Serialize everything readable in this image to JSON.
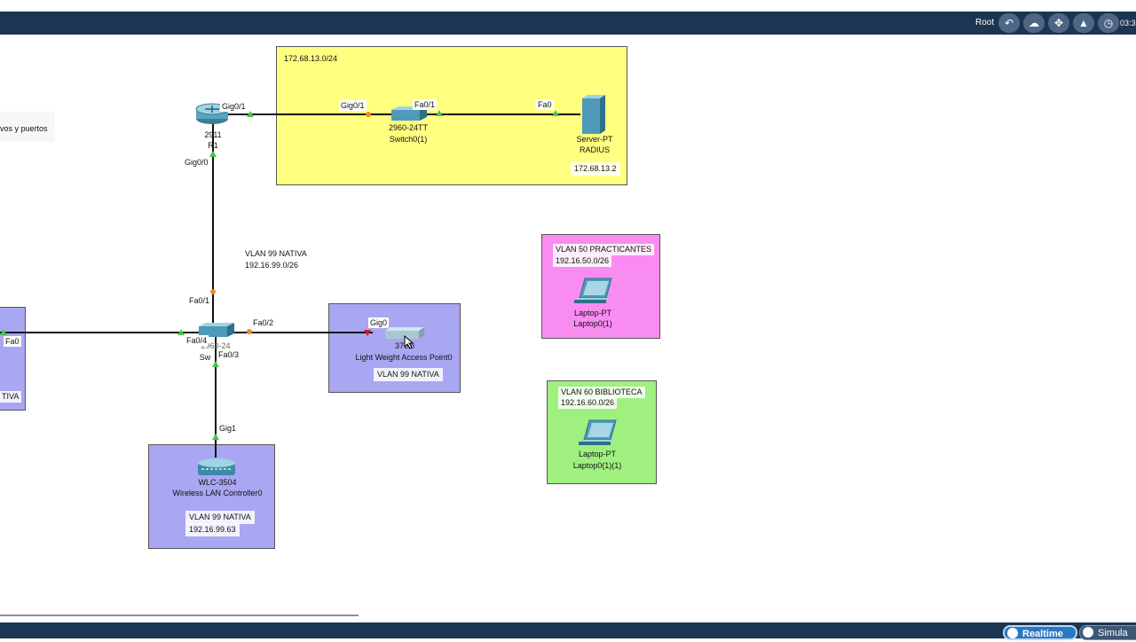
{
  "toolbar": {
    "root_label": "Root",
    "clock": "03:3",
    "icons": [
      "back-arrow-icon",
      "cloud-icon",
      "move-icon",
      "image-icon",
      "clock-icon"
    ]
  },
  "sidebar_hint": "vos y puertos",
  "areas": {
    "server_network": {
      "label": "172.68.13.0/24",
      "color": "#ffff80"
    },
    "vlan50": {
      "label_line1": "VLAN 50 PRACTICANTES",
      "label_line2": "192.16.50.0/26",
      "color": "#f88cf0"
    },
    "vlan60": {
      "label_line1": "VLAN 60 BIBLIOTECA",
      "label_line2": "192.16.60.0/26",
      "color": "#a0f080"
    },
    "ap_area": {
      "label": "VLAN 99 NATIVA",
      "color": "#a9a6f2"
    },
    "wlc_area": {
      "label_line1": "VLAN 99 NATIVA",
      "label_line2": "192.16.99.63",
      "color": "#a9a6f2"
    },
    "left_area": {
      "label": "TIVA",
      "color": "#a9a6f2"
    }
  },
  "native_vlan_note": {
    "line1": "VLAN 99 NATIVA",
    "line2": "192.16.99.0/26"
  },
  "devices": {
    "router": {
      "model": "2911",
      "name": "R1"
    },
    "switch0_1": {
      "model": "2960-24TT",
      "name": "Switch0(1)"
    },
    "server": {
      "model": "Server-PT",
      "name": "RADIUS",
      "ip": "172.68.13.2"
    },
    "main_switch": {
      "model": "2960-24",
      "name": "Sw"
    },
    "access_point": {
      "model": "3702i",
      "name": "Light Weight Access Point0"
    },
    "wlc": {
      "model": "WLC-3504",
      "name": "Wireless LAN Controller0"
    },
    "laptop1": {
      "model": "Laptop-PT",
      "name": "Laptop0(1)"
    },
    "laptop2": {
      "model": "Laptop-PT",
      "name": "Laptop0(1)(1)"
    }
  },
  "ports": {
    "r1_gig01": "Gig0/1",
    "r1_gig00": "Gig0/0",
    "sw01_gig01": "Gig0/1",
    "sw01_fa01": "Fa0/1",
    "server_fa0": "Fa0",
    "sw_fa01": "Fa0/1",
    "sw_fa02": "Fa0/2",
    "sw_fa04": "Fa0/4",
    "sw_fa03": "Fa0/3",
    "ap_gig0": "Gig0",
    "wlc_gig1": "Gig1",
    "left_fa0": "Fa0"
  },
  "bottom": {
    "realtime": "Realtime",
    "simulation": "Simula"
  }
}
